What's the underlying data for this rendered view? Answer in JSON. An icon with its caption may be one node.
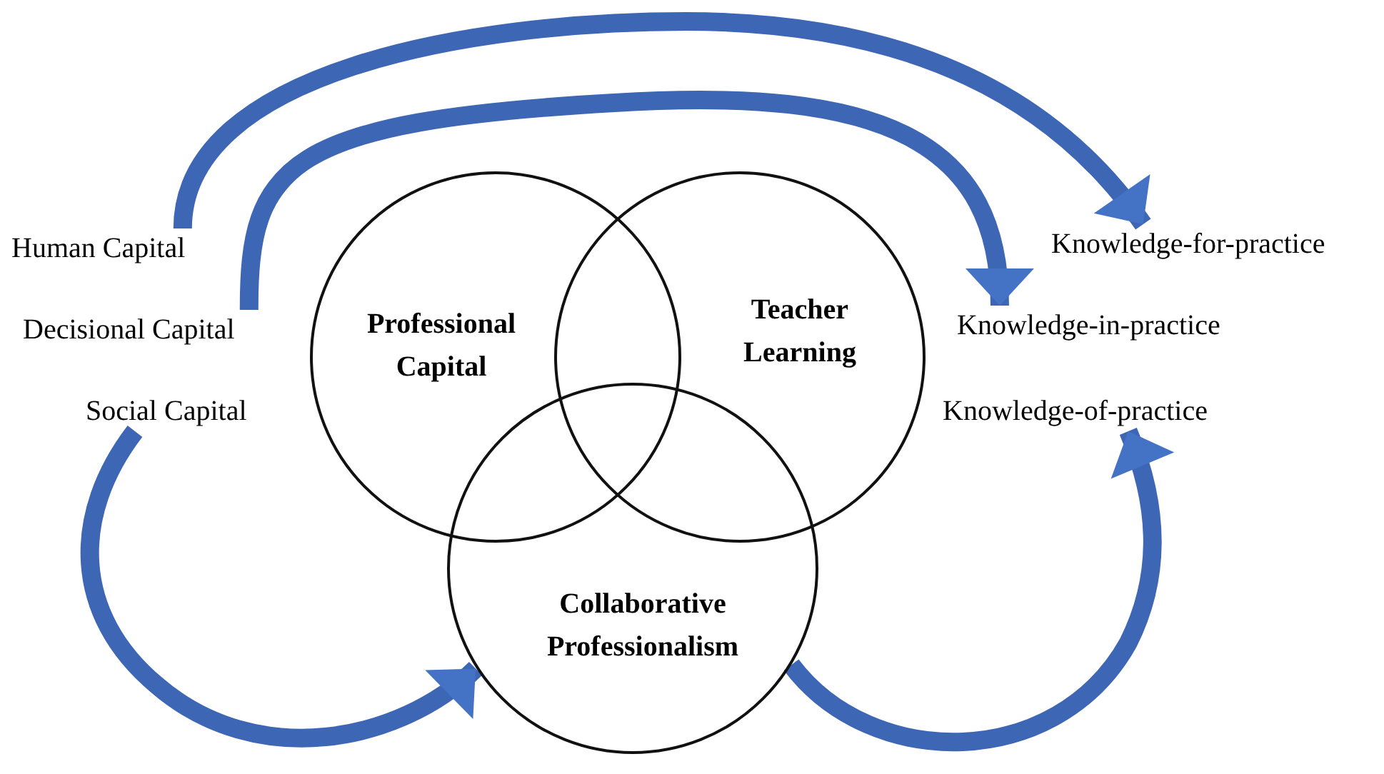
{
  "diagram": {
    "nodes": [
      {
        "text": [
          "Human Capital"
        ]
      },
      {
        "text": [
          "Decisional Capital"
        ]
      },
      {
        "text": [
          "Social Capital"
        ]
      },
      {
        "text": [
          "Professional Capital"
        ]
      },
      {
        "text": [
          "Teacher Learning"
        ]
      },
      {
        "text": [
          "Collaborative Professionalism"
        ]
      },
      {
        "text": [
          "Knowledge-for-practice"
        ]
      },
      {
        "text": [
          "Knowledge-in-practice"
        ]
      },
      {
        "text": [
          "Knowledge-of-practice"
        ]
      }
    ],
    "edges": [
      {
        "from": 0,
        "to": 6,
        "arrow": "to"
      },
      {
        "from": 1,
        "to": 7,
        "arrow": "to"
      },
      {
        "from": 2,
        "to": 5,
        "arrow": "to"
      },
      {
        "from": 5,
        "to": 8,
        "arrow": "to"
      }
    ]
  }
}
